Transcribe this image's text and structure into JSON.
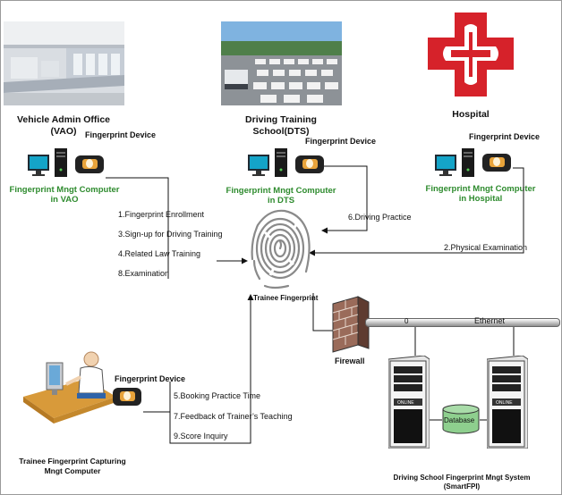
{
  "vao": {
    "title_line1": "Vehicle Admin Office",
    "title_line2": "(VAO)",
    "device_label": "Fingerprint Device",
    "computer_line1": "Fingerprint Mngt Computer",
    "computer_line2": "in VAO"
  },
  "dts": {
    "title_line1": "Driving Training",
    "title_line2": "School(DTS)",
    "device_label": "Fingerprint Device",
    "computer_line1": "Fingerprint Mngt Computer",
    "computer_line2": "in DTS"
  },
  "hospital": {
    "title": "Hospital",
    "device_label": "Fingerprint Device",
    "computer_line1": "Fingerprint Mngt Computer",
    "computer_line2": "in Hospital"
  },
  "vao_steps": [
    "1.Fingerprint Enrollment",
    "3.Sign-up for Driving Training",
    "4.Related Law Training",
    "8.Examination"
  ],
  "dts_step": "6.Driving Practice",
  "hospital_step": "2.Physical Examination",
  "center_label": "Trainee Fingerprint",
  "trainee": {
    "device_label": "Fingerprint Device",
    "title_line1": "Trainee Fingerprint Capturing",
    "title_line2": "Mngt Computer"
  },
  "trainee_steps": [
    "5.Booking Practice Time",
    "7.Feedback of Trainer’s Teaching",
    "9.Score Inquiry"
  ],
  "network": {
    "firewall_label": "Firewall",
    "ethernet_label": "Ethernet",
    "zero_label": "0",
    "database_label": "Database",
    "server_left_tag": "ONLINE",
    "server_right_tag": "ONLINE",
    "system_line1": "Driving School Fingerprint Mngt System",
    "system_line2": "(SmartFPI)"
  },
  "colors": {
    "accent_green": "#2e8b2e",
    "hospital_red": "#d6222a",
    "database_fill": "#8ecf8e"
  }
}
